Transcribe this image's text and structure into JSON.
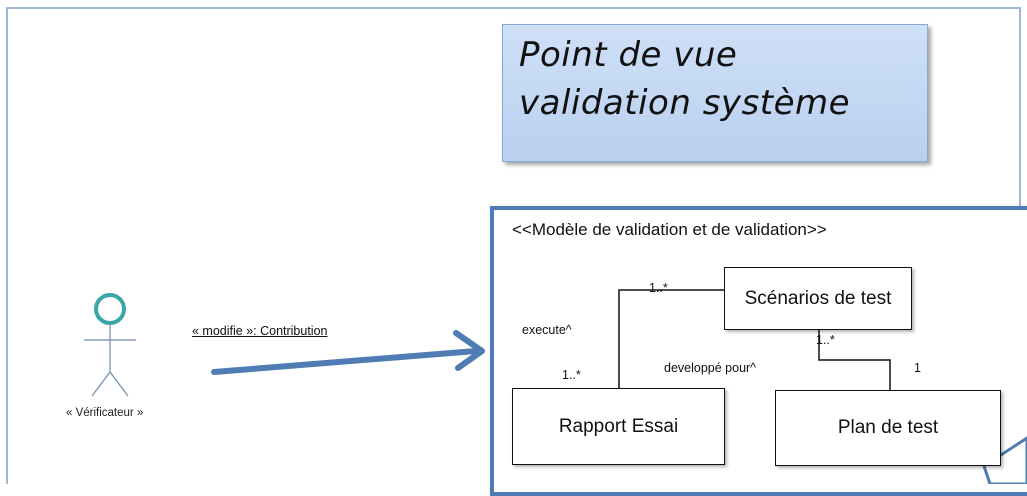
{
  "viewpoint": {
    "title": "Point de vue validation système"
  },
  "model": {
    "title": "<<Modèle de validation et de validation>>"
  },
  "classes": {
    "scenarios": "Scénarios de test",
    "rapport": "Rapport Essai",
    "plan": "Plan de test"
  },
  "associations": {
    "execute": {
      "label": "execute^",
      "mult_top": "1..*",
      "mult_bottom": "1..*"
    },
    "developpe": {
      "label": "developpé pour^",
      "mult_top": "1..*",
      "mult_bottom": "1"
    }
  },
  "actor": {
    "label": "« Vérificateur »"
  },
  "dependency": {
    "label": "« modifie »: Contribution"
  },
  "colors": {
    "frame_border": "#9fb6d6",
    "viewpoint_fill": "#c6daf4",
    "model_border": "#4f7cb3",
    "actor_head": "#3aa6a6",
    "arrow": "#4f7cb3"
  },
  "icons": {
    "actor": "stick-figure-icon",
    "arrow": "dependency-arrow-icon"
  }
}
